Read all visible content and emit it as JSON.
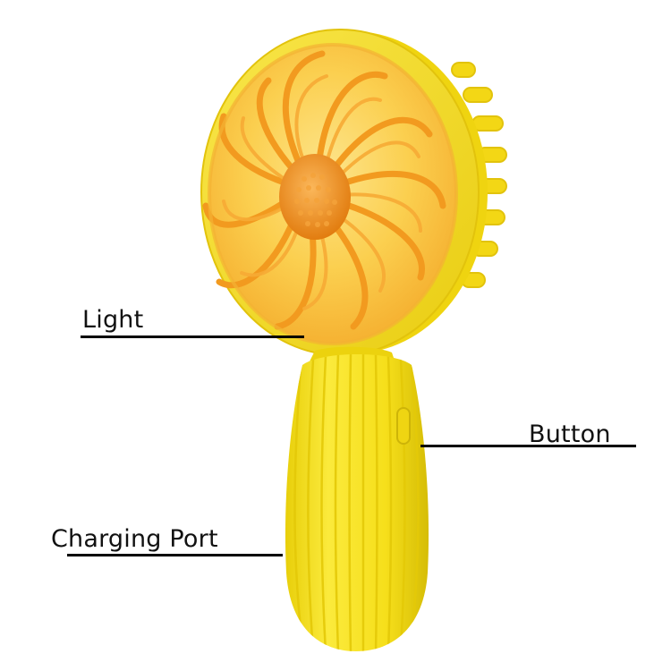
{
  "labels": {
    "light": "Light",
    "button": "Button",
    "charging_port": "Charging Port"
  },
  "colors": {
    "body_yellow": "#f7e21a",
    "body_shadow": "#d9c20a",
    "blade_orange": "#f29a1f",
    "blade_light": "#fbc04a",
    "hub_orange": "#f0901a",
    "line": "#000000",
    "text": "#111111"
  }
}
